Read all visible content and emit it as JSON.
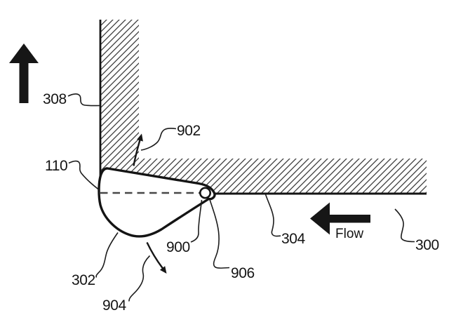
{
  "figure": {
    "background_color": "#ffffff",
    "ink_color": "#141414",
    "hatch_color": "#383838",
    "dashed_line_color": "#474747",
    "labels": {
      "ref_308": "308",
      "ref_110": "110",
      "ref_902": "902",
      "ref_302": "302",
      "ref_904": "904",
      "ref_900": "900",
      "ref_906": "906",
      "ref_304": "304",
      "ref_300": "300",
      "flow": "Flow"
    }
  }
}
